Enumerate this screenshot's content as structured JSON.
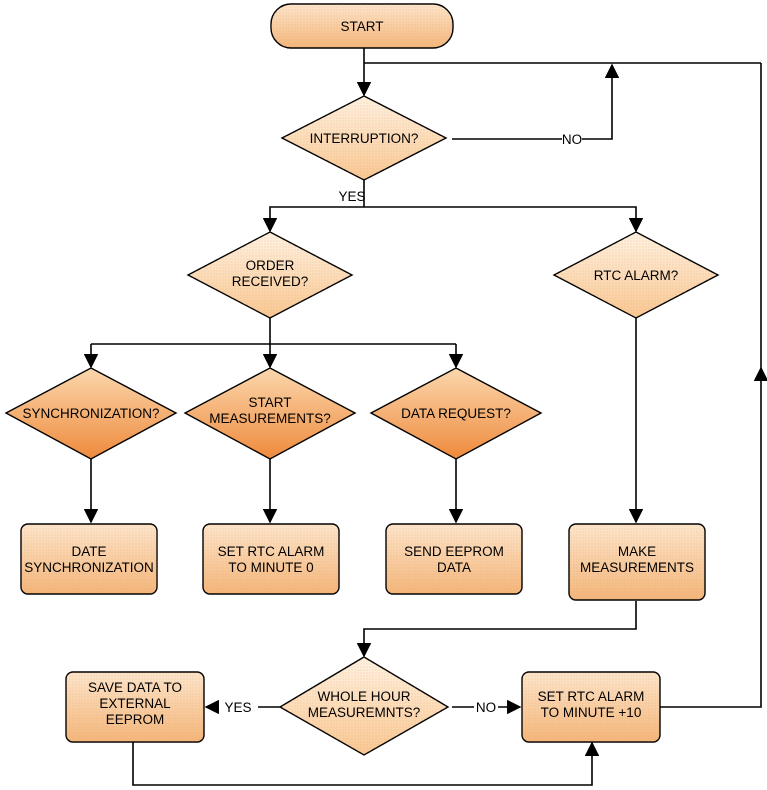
{
  "nodes": {
    "start": [
      "START"
    ],
    "interruption": [
      "INTERRUPTION?"
    ],
    "order_received": [
      "ORDER",
      "RECEIVED?"
    ],
    "rtc_alarm": [
      "RTC ALARM?"
    ],
    "synchronization": [
      "SYNCHRONIZATION?"
    ],
    "start_measurements": [
      "START",
      "MEASUREMENTS?"
    ],
    "data_request": [
      "DATA REQUEST?"
    ],
    "date_sync": [
      "DATE",
      "SYNCHRONIZATION"
    ],
    "set_rtc_0": [
      "SET RTC ALARM",
      "TO MINUTE 0"
    ],
    "send_eeprom": [
      "SEND EEPROM",
      "DATA"
    ],
    "make_measurements": [
      "MAKE",
      "MEASUREMENTS"
    ],
    "whole_hour": [
      "WHOLE HOUR",
      "MEASUREMNTS?"
    ],
    "save_data": [
      "SAVE DATA TO",
      "EXTERNAL",
      "EEPROM"
    ],
    "set_rtc_10": [
      "SET RTC ALARM",
      "TO MINUTE +10"
    ]
  },
  "labels": {
    "interruption_no": "NO",
    "interruption_yes": "YES",
    "whole_hour_yes": "YES",
    "whole_hour_no": "NO"
  },
  "colors": {
    "box_fill": "#f7c99b",
    "box_fill_light": "#fbe0c2",
    "diamond_dark": "#f3a060",
    "diamond_light": "#fde0bf",
    "stroke": "#000000"
  }
}
